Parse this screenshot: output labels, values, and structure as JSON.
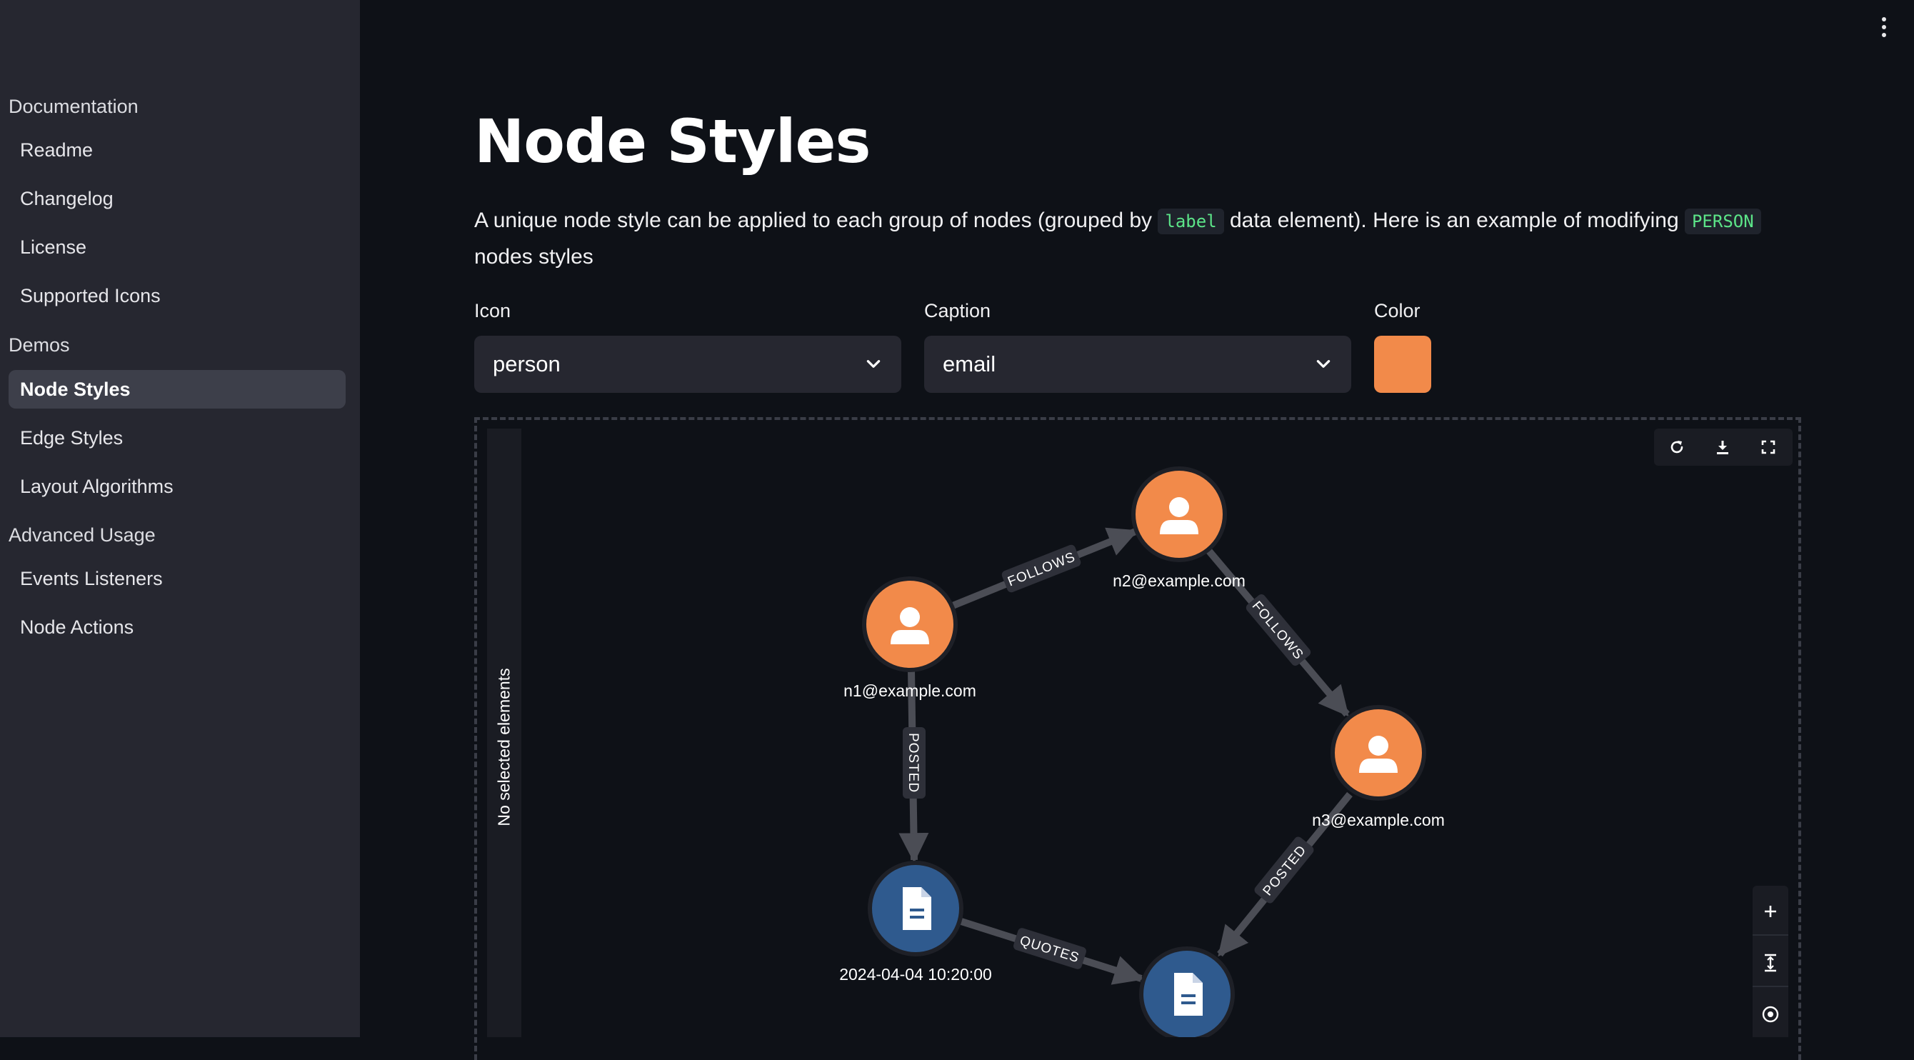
{
  "sidebar": {
    "sections": [
      {
        "title": "Documentation",
        "items": [
          "Readme",
          "Changelog",
          "License",
          "Supported Icons"
        ]
      },
      {
        "title": "Demos",
        "items": [
          "Node Styles",
          "Edge Styles",
          "Layout Algorithms"
        ]
      },
      {
        "title": "Advanced Usage",
        "items": [
          "Events Listeners",
          "Node Actions"
        ]
      }
    ],
    "active_item": "Node Styles"
  },
  "main": {
    "title": "Node Styles",
    "description": {
      "part1": "A unique node style can be applied to each group of nodes (grouped by ",
      "code1": "label",
      "part2": " data element). Here is an example of modifying ",
      "code2": "PERSON",
      "part3": " nodes styles"
    },
    "fields": {
      "icon": {
        "label": "Icon",
        "value": "person"
      },
      "caption": {
        "label": "Caption",
        "value": "email"
      },
      "color": {
        "label": "Color",
        "value": "#f28a4a"
      }
    }
  },
  "graph": {
    "side_panel_text": "No selected elements",
    "person_color": "#f28a4a",
    "post_color": "#2f5a8e",
    "nodes": [
      {
        "id": "n1",
        "type": "person",
        "caption": "n1@example.com"
      },
      {
        "id": "n2",
        "type": "person",
        "caption": "n2@example.com"
      },
      {
        "id": "n3",
        "type": "person",
        "caption": "n3@example.com"
      },
      {
        "id": "p1",
        "type": "post",
        "caption": "2024-04-04 10:20:00"
      },
      {
        "id": "p2",
        "type": "post",
        "caption": ""
      }
    ],
    "edges": [
      {
        "source": "n1",
        "target": "n2",
        "label": "FOLLOWS"
      },
      {
        "source": "n2",
        "target": "n3",
        "label": "FOLLOWS"
      },
      {
        "source": "n1",
        "target": "p1",
        "label": "POSTED"
      },
      {
        "source": "n3",
        "target": "p2",
        "label": "POSTED"
      },
      {
        "source": "p1",
        "target": "p2",
        "label": "QUOTES"
      }
    ],
    "toolbar": [
      "refresh-icon",
      "download-icon",
      "fullscreen-icon"
    ],
    "zoom_controls": [
      "zoom-in-icon",
      "fit-icon",
      "center-icon"
    ]
  }
}
